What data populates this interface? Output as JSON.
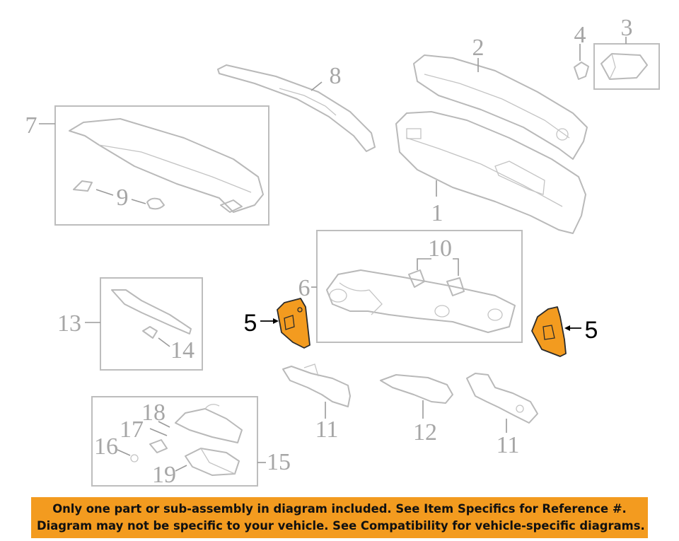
{
  "callouts": {
    "c1": "1",
    "c2": "2",
    "c3": "3",
    "c4": "4",
    "c5a": "5",
    "c5b": "5",
    "c6": "6",
    "c7": "7",
    "c8": "8",
    "c9": "9",
    "c10": "10",
    "c11a": "11",
    "c11b": "11",
    "c12": "12",
    "c13": "13",
    "c14": "14",
    "c15": "15",
    "c16": "16",
    "c17": "17",
    "c18": "18",
    "c19": "19"
  },
  "notice": {
    "line1": "Only one part or sub-assembly in diagram included. See Item Specifics for Reference #.",
    "line2": "Diagram may not be specific to your vehicle. See Compatibility for vehicle-specific diagrams."
  },
  "colors": {
    "highlight": "#f39b1f",
    "line_art": "#b9b9b9",
    "callout_gray": "#a6a6a6",
    "notice_bg": "#f39b1f"
  }
}
